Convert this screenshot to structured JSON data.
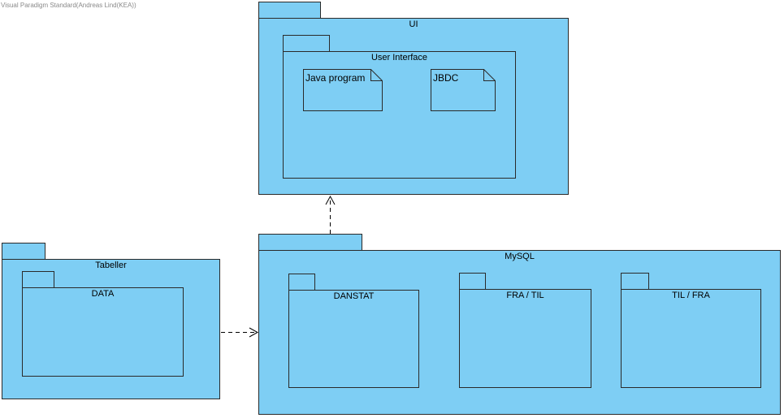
{
  "watermark": "Visual Paradigm Standard(Andreas Lind(KEA))",
  "packages": {
    "ui": "UI",
    "user_interface": "User Interface",
    "tabeller": "Tabeller",
    "data": "DATA",
    "mysql": "MySQL",
    "danstat": "DANSTAT",
    "fra_til": "FRA / TIL",
    "til_fra": "TIL / FRA"
  },
  "artifacts": {
    "java_program": "Java program",
    "jbdc": "JBDC"
  },
  "colors": {
    "package_fill": "#7ecef4",
    "stroke": "#2a2a2a"
  }
}
